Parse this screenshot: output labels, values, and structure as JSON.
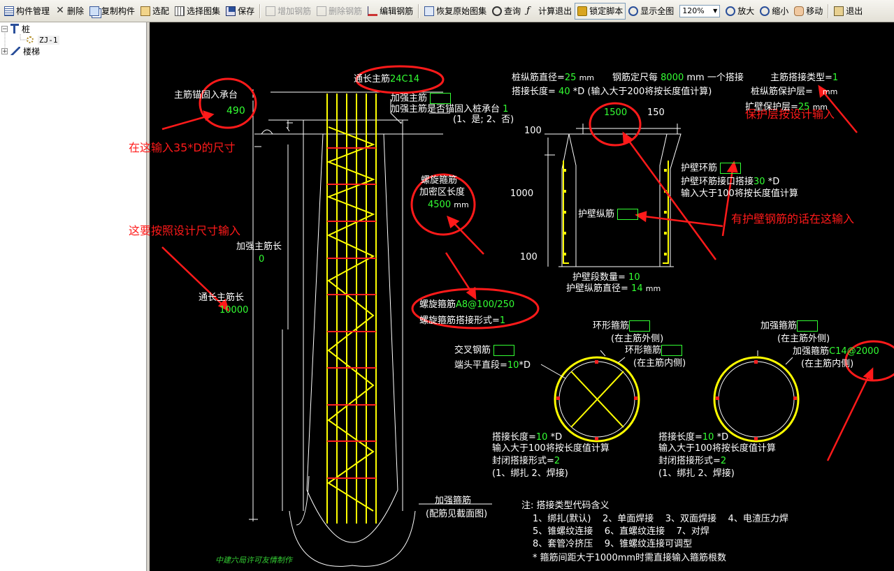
{
  "toolbar": {
    "component_mgmt": "构件管理",
    "delete": "删除",
    "copy_component": "复制构件",
    "select_config": "选配",
    "select_drawing": "选择图集",
    "save": "保存",
    "add_rebar": "增加钢筋",
    "delete_rebar": "删除钢筋",
    "edit_rebar": "编辑钢筋",
    "restore_drawing": "恢复原始图集",
    "query": "查询",
    "calc_exit": "计算退出",
    "lock_script": "锁定脚本",
    "show_all": "显示全图",
    "zoom_level": "120%",
    "zoom_in": "放大",
    "zoom_out": "缩小",
    "move": "移动",
    "exit": "退出"
  },
  "tree": {
    "root1": "桩",
    "child1": "ZJ-1",
    "root2": "楼梯"
  },
  "drawing": {
    "through_main_bar_label": "通长主筋",
    "through_main_bar_value": "24C14",
    "anchor_label": "主筋锚固入承台",
    "anchor_value": "490",
    "strength_bar_label": "加强主筋",
    "strength_anchor_label": "加强主筋是否锚固入桩承台",
    "strength_anchor_value": "1",
    "strength_anchor_options": "(1、是; 2、否)",
    "note_35d": "在这输入35*D的尺寸",
    "note_design_size": "这要按照设计尺寸输入",
    "strength_main_len_label": "加强主筋长",
    "strength_main_len_value": "0",
    "through_len_label": "通长主筋长",
    "through_len_value": "10000",
    "spiral_label": "螺旋箍筋",
    "dense_zone_label": "加密区长度",
    "dense_zone_value": "4500",
    "dense_zone_unit": "mm",
    "spiral_bar_label": "螺旋箍筋",
    "spiral_bar_value": "A8@100/250",
    "spiral_lap_label": "螺旋箍筋搭接形式=",
    "spiral_lap_value": "1",
    "pile_dia_label": "桩纵筋直径=",
    "pile_dia_value": "25",
    "pile_dia_unit": "mm",
    "fixed_len_label": "钢筋定尺每",
    "fixed_len_value": "8000",
    "fixed_len_unit": "mm 一个搭接",
    "main_lap_type_label": "主筋搭接类型=",
    "main_lap_type_value": "1",
    "lap_len_label": "搭接长度=",
    "lap_len_value": "40",
    "lap_len_note": "*D (输入大于200将按长度值计算)",
    "pile_cover_label": "桩纵筋保护层=",
    "pile_cover_unit": "mm",
    "cover_note": "保护层按设计输入",
    "expand_cover_label": "扩壁保护层=",
    "expand_cover_value": "25",
    "expand_cover_unit": "mm",
    "dim_1500": "1500",
    "dim_150": "150",
    "dim_100_top": "100",
    "dim_1000": "1000",
    "dim_100_bot": "100",
    "wall_ring_label": "护壁环筋",
    "wall_ring_lap_label": "护壁环筋接口搭接",
    "wall_ring_lap_value": "30",
    "wall_ring_lap_unit": "*D",
    "wall_ring_note": "输入大于100将按长度值计算",
    "wall_long_label": "护壁纵筋",
    "wall_note": "有护壁钢筋的话在这输入",
    "wall_count_label": "护壁段数量=",
    "wall_count_value": "10",
    "wall_long_dia_label": "护壁纵筋直径=",
    "wall_long_dia_value": "14",
    "wall_long_dia_unit": "mm",
    "ring_stirrup_label": "环形箍筋",
    "outside_main": "(在主筋外侧)",
    "inside_main": "(在主筋内侧)",
    "cross_bar_label": "交叉钢筋",
    "end_straight_label": "端头平直段=",
    "end_straight_value": "10",
    "end_straight_unit": "*D",
    "strength_stirrup_label": "加强箍筋",
    "strength_stirrup_value": "C14@2000",
    "lap_len1_label": "搭接长度=",
    "lap_len1_value": "10",
    "lap_len1_unit": "*D",
    "lap_note1": "输入大于100将按长度值计算",
    "closed_lap1_label": "封闭搭接形式=",
    "closed_lap1_value": "2",
    "closed_lap1_options": "(1、绑扎  2、焊接)",
    "lap_len2_label": "搭接长度=",
    "lap_len2_value": "10",
    "lap_len2_unit": "*D",
    "lap_note2": "输入大于100将按长度值计算",
    "closed_lap2_label": "封闭搭接形式=",
    "closed_lap2_value": "2",
    "closed_lap2_options": "(1、绑扎  2、焊接)",
    "strength_stirrup_bottom": "加强箍筋",
    "section_note": "(配筋见截面图)",
    "note_title": "注: 搭接类型代码含义",
    "note_line1": "1、绑扎(默认)    2、单面焊接    3、双面焊接    4、电渣压力焊",
    "note_line2": "5、锥螺纹连接    6、直螺纹连接    7、对焊",
    "note_line3": "8、套管冷挤压    9、锥螺纹连接可调型",
    "note_line4": "* 箍筋间距大于1000mm时需直接输入箍筋根数",
    "footer": "中建六局许可友情制作"
  },
  "colors": {
    "canvas_bg": "#000000",
    "rebar": "#ffff00",
    "stirrup_red": "#ff2020",
    "value_green": "#33ff33",
    "annotation_red": "#ff1a1a"
  }
}
